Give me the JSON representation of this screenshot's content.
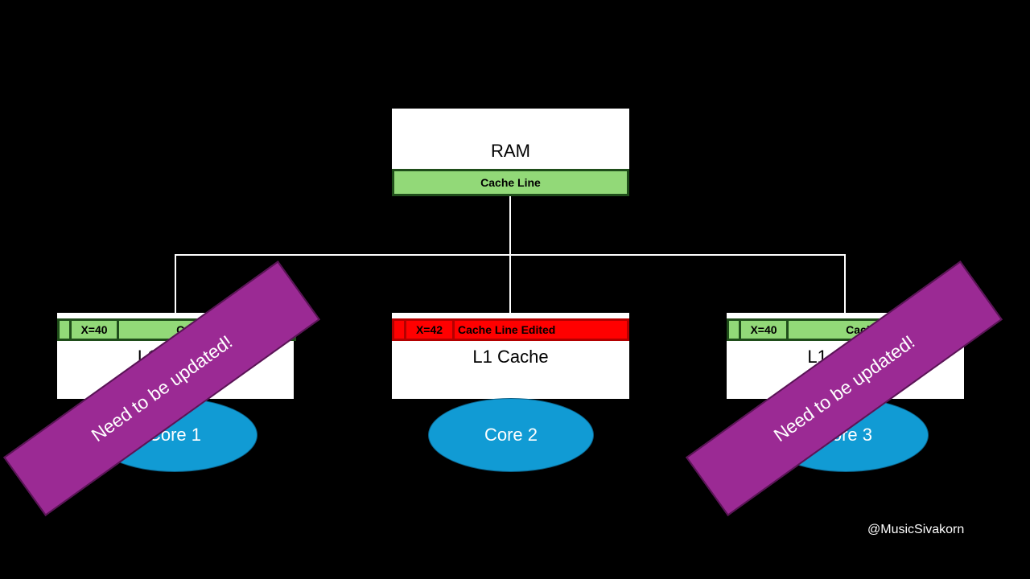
{
  "ram": {
    "label": "RAM",
    "cache_line_label": "Cache Line"
  },
  "l1_caches": [
    {
      "label": "L1 Cache",
      "value": "X=40",
      "cache_line_label": "Cache Line",
      "state": "stale",
      "color": "#92d978"
    },
    {
      "label": "L1 Cache",
      "value": "X=42",
      "cache_line_label": "Cache Line Edited",
      "state": "modified",
      "color": "#ff0000"
    },
    {
      "label": "L1 Cache",
      "value": "X=40",
      "cache_line_label": "Cache Line",
      "state": "stale",
      "color": "#92d978"
    }
  ],
  "cores": [
    {
      "label": "Core 1"
    },
    {
      "label": "Core 2"
    },
    {
      "label": "Core 3"
    }
  ],
  "banners": [
    {
      "text": "Need to be updated!"
    },
    {
      "text": "Need to be updated!"
    }
  ],
  "credit": "@MusicSivakorn",
  "colors": {
    "background": "#000000",
    "cache_line_green": "#92d978",
    "cache_line_red": "#ff0000",
    "core_blue": "#119bd4",
    "banner_purple": "#9b2a94"
  }
}
